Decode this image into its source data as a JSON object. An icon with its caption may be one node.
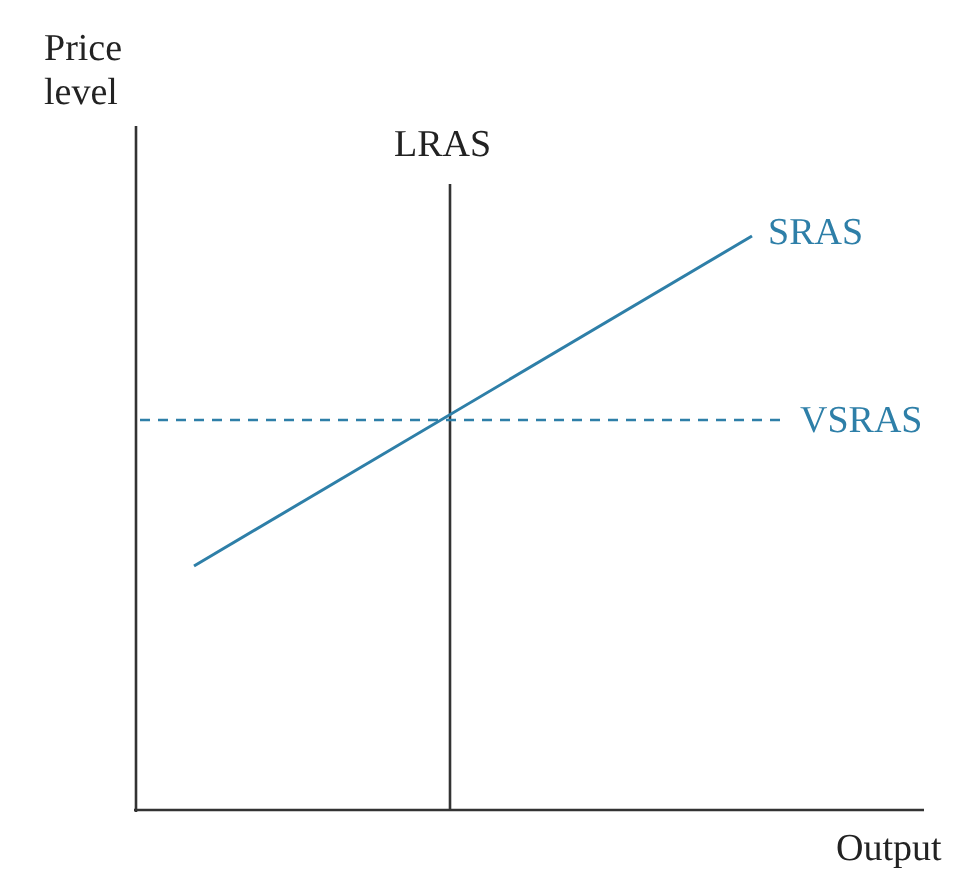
{
  "diagram": {
    "labels": [
      "Price level",
      "LRAS",
      "SRAS",
      "VSRAS",
      "Output"
    ]
  }
}
